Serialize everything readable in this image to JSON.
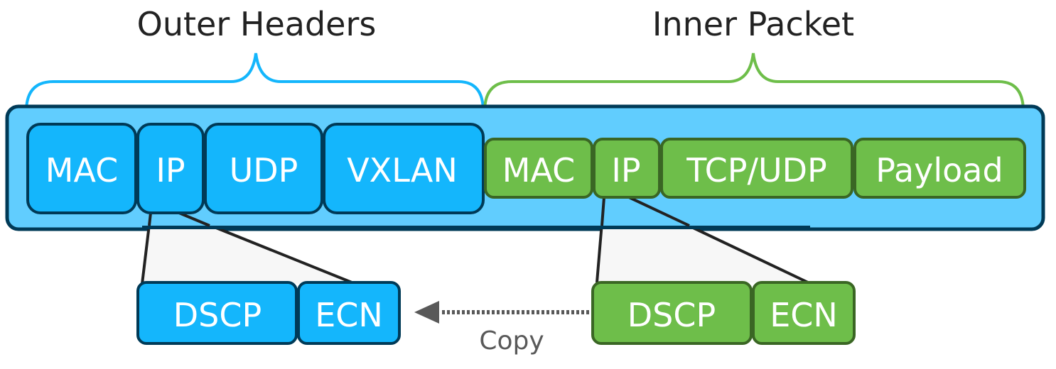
{
  "titles": {
    "outer": "Outer Headers",
    "inner": "Inner Packet"
  },
  "colors": {
    "outer_fill": "#14B6FC",
    "outer_stroke": "#003A57",
    "inner_fill": "#6EBE4A",
    "inner_stroke": "#3A6624",
    "container_fill": "#61CDFE",
    "container_stroke": "#003A57",
    "outer_brace": "#14B6FC",
    "inner_brace": "#6EBE4A",
    "zoom_fill": "#F7F7F7",
    "zoom_stroke": "#222222",
    "arrow": "#595959"
  },
  "outer_headers": [
    {
      "label": "MAC"
    },
    {
      "label": "IP"
    },
    {
      "label": "UDP"
    },
    {
      "label": "VXLAN"
    }
  ],
  "inner_packet": [
    {
      "label": "MAC"
    },
    {
      "label": "IP"
    },
    {
      "label": "TCP/UDP"
    },
    {
      "label": "Payload"
    }
  ],
  "outer_ip_fields": [
    {
      "label": "DSCP"
    },
    {
      "label": "ECN"
    }
  ],
  "inner_ip_fields": [
    {
      "label": "DSCP"
    },
    {
      "label": "ECN"
    }
  ],
  "copy_arrow": {
    "label": "Copy",
    "direction": "inner-to-outer"
  }
}
